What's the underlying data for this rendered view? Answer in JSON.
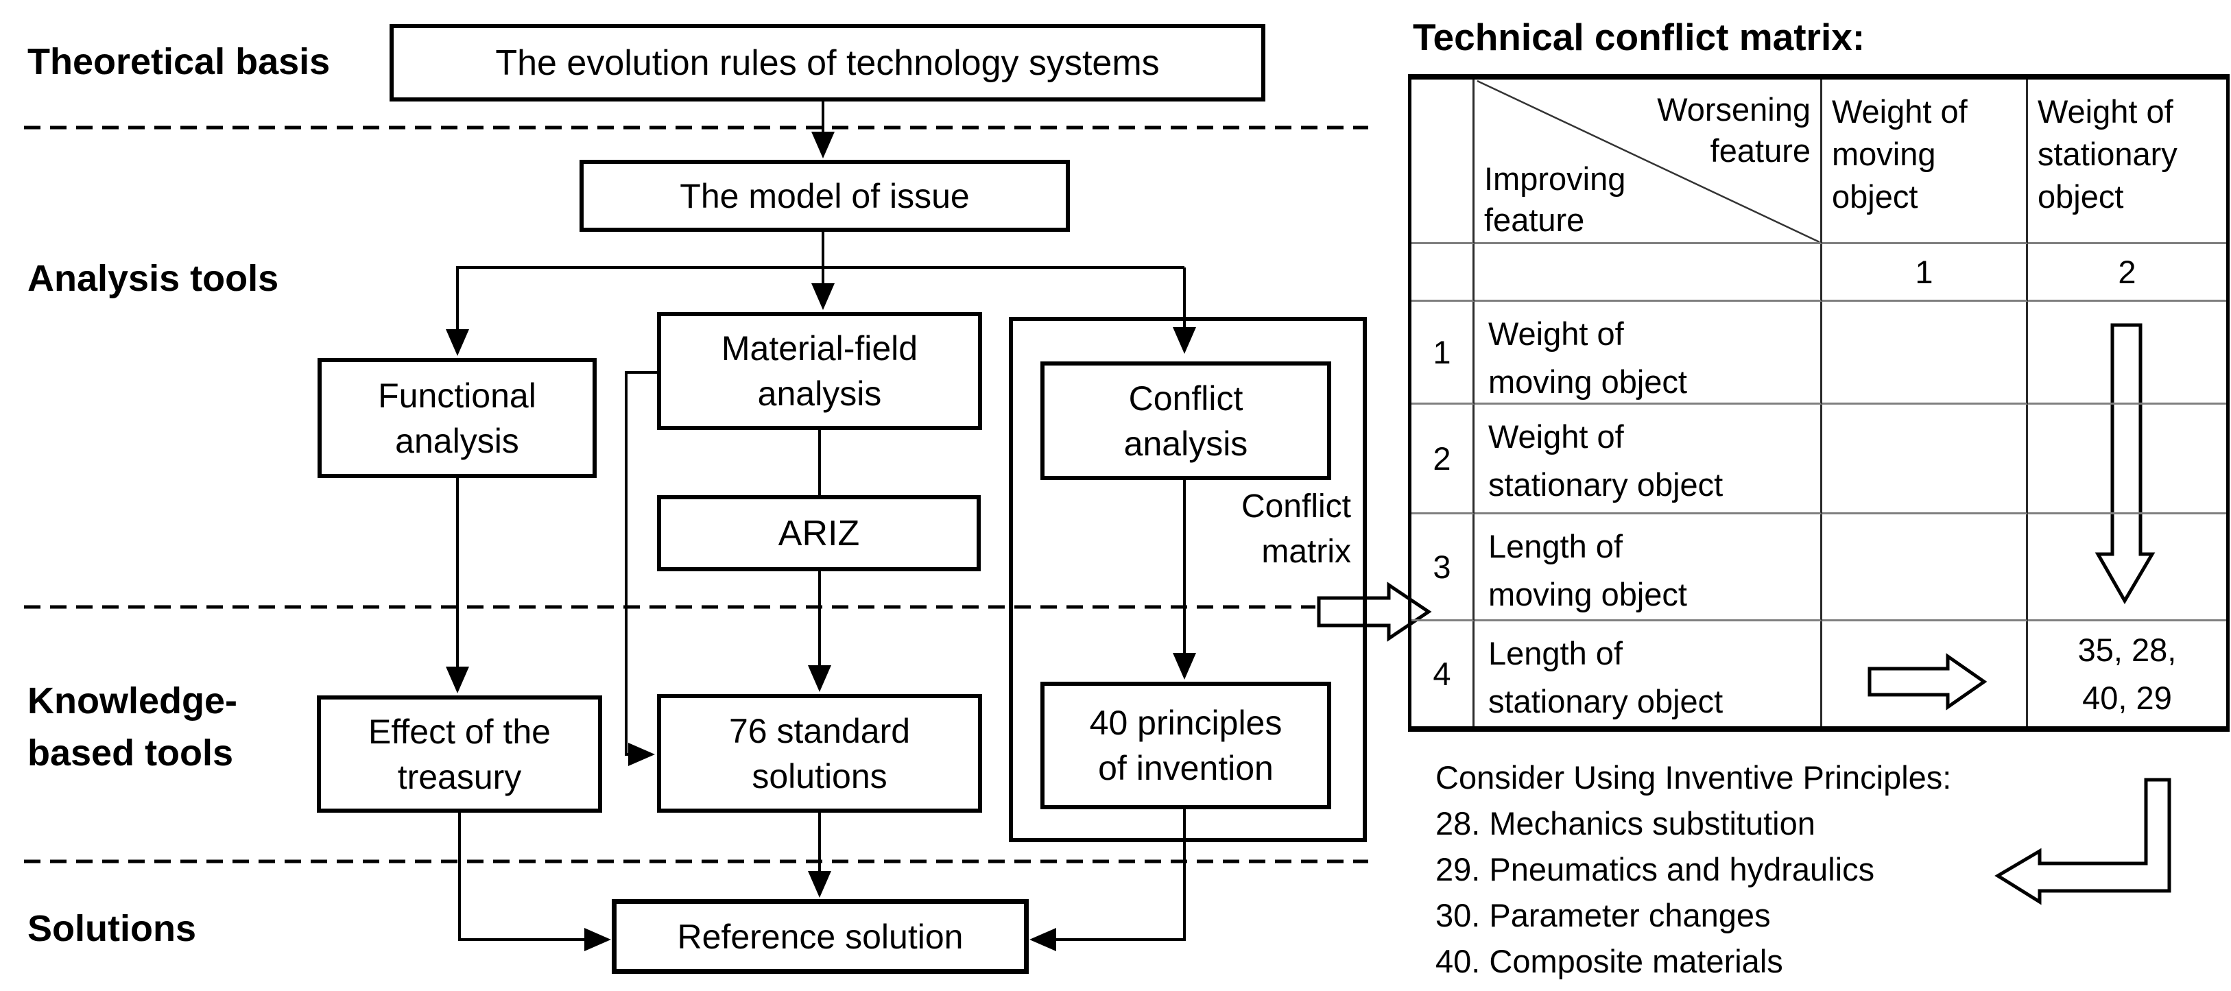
{
  "colors": {
    "ink": "#000000",
    "table_inner_horizontal": "#7f7f7f",
    "table_inner_vertical": "#2b2b2b",
    "background": "#ffffff"
  },
  "stage_labels": {
    "theoretical_basis": "Theoretical basis",
    "analysis_tools": "Analysis tools",
    "knowledge_line1": "Knowledge-",
    "knowledge_line2": "based tools",
    "solutions": "Solutions"
  },
  "flowchart": {
    "evolution": "The evolution rules of technology systems",
    "model": "The model of issue",
    "functional": [
      "Functional",
      "analysis"
    ],
    "material_field": [
      "Material-field",
      "analysis"
    ],
    "conflict": [
      "Conflict",
      "analysis"
    ],
    "ariz": "ARIZ",
    "effect": [
      "Effect of the",
      "treasury"
    ],
    "standard": [
      "76 standard",
      "solutions"
    ],
    "principles": [
      "40 principles",
      "of invention"
    ],
    "reference": "Reference solution",
    "conflict_matrix_note": [
      "Conflict",
      "matrix"
    ]
  },
  "matrix": {
    "title": "Technical conflict matrix:",
    "header": {
      "worsening": [
        "Worsening",
        "feature"
      ],
      "improving": [
        "Improving",
        "feature"
      ],
      "moving": [
        "Weight of",
        "moving",
        "object"
      ],
      "stationary": [
        "Weight of",
        "stationary",
        "object"
      ]
    },
    "column_numbers": {
      "col1": "1",
      "col2": "2"
    },
    "rows": [
      {
        "num": "1",
        "label": [
          "Weight of",
          "moving object"
        ]
      },
      {
        "num": "2",
        "label": [
          "Weight of",
          "stationary object"
        ]
      },
      {
        "num": "3",
        "label": [
          "Length of",
          "moving object"
        ]
      },
      {
        "num": "4",
        "label": [
          "Length of",
          "stationary object"
        ],
        "result": [
          "35, 28,",
          "40, 29"
        ]
      }
    ]
  },
  "inventive_principles": {
    "title": "Consider Using Inventive Principles:",
    "items": [
      "28. Mechanics substitution",
      "29. Pneumatics and hydraulics",
      "30. Parameter changes",
      "40. Composite materials"
    ]
  },
  "icons": {
    "block_arrow_right": "block-arrow-right-icon",
    "block_arrow_down": "block-arrow-down-icon",
    "block_arrow_row4_right": "block-arrow-right-small-icon",
    "block_arrow_elbow_left": "block-arrow-elbow-left-icon"
  }
}
